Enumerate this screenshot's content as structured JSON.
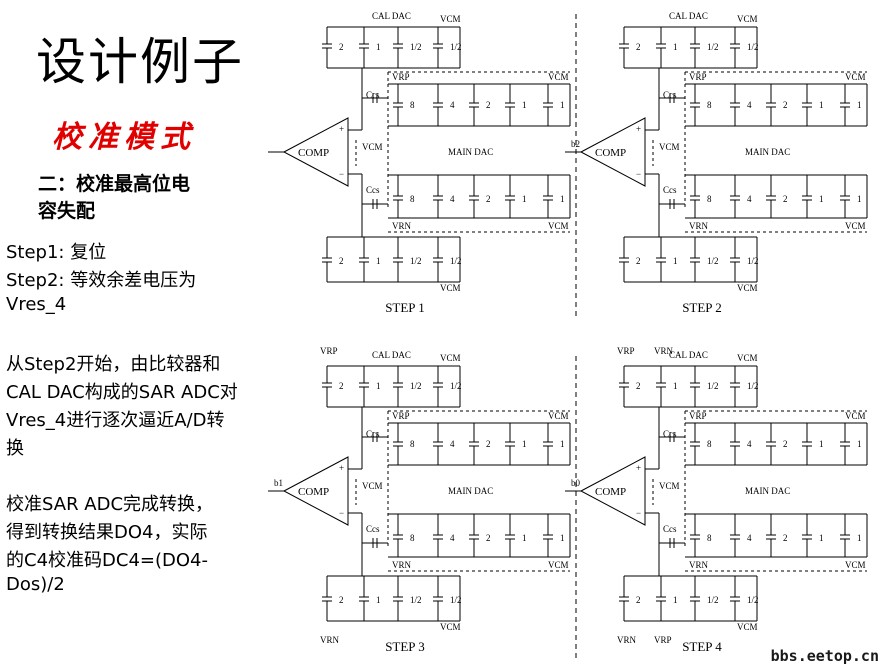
{
  "title": "设计例子",
  "subtitle": "校准模式",
  "heading": [
    "二：校准最高位电",
    "容失配"
  ],
  "steps_text": [
    "Step1: 复位",
    "Step2: 等效余差电压为",
    "Vres_4"
  ],
  "para1": [
    "从Step2开始，由比较器和",
    "CAL DAC构成的SAR ADC对",
    "Vres_4进行逐次逼近A/D转",
    "换"
  ],
  "para2": [
    "校准SAR ADC完成转换，",
    "得到转换结果DO4，实际",
    "的C4校准码DC4=(DO4-",
    "Dos)/2"
  ],
  "watermark": "bbs.eetop.cn",
  "diagram_labels": {
    "cal_dac": "CAL DAC",
    "main_dac": "MAIN DAC",
    "comp": "COMP",
    "vcm": "VCM",
    "vrp": "VRP",
    "vrn": "VRN",
    "ccs": "Ccs",
    "cal_caps": [
      "2",
      "1",
      "1/2",
      "1/2"
    ],
    "main_caps": [
      "8",
      "4",
      "2",
      "1",
      "1"
    ]
  },
  "panels": [
    {
      "caption": "STEP 1",
      "output": "",
      "cal_top": [
        "",
        "",
        "",
        ""
      ],
      "cal_bot": [
        "",
        "",
        "",
        ""
      ]
    },
    {
      "caption": "STEP 2",
      "output": "b2",
      "cal_top": [
        "",
        "",
        "",
        ""
      ],
      "cal_bot": [
        "",
        "",
        "",
        ""
      ]
    },
    {
      "caption": "STEP 3",
      "output": "b1",
      "cal_top": [
        "VRP",
        "",
        "",
        ""
      ],
      "cal_bot": [
        "VRN",
        "",
        "",
        ""
      ]
    },
    {
      "caption": "STEP 4",
      "output": "b0",
      "cal_top": [
        "VRP",
        "VRN",
        "",
        ""
      ],
      "cal_bot": [
        "VRN",
        "VRP",
        "",
        ""
      ]
    }
  ]
}
